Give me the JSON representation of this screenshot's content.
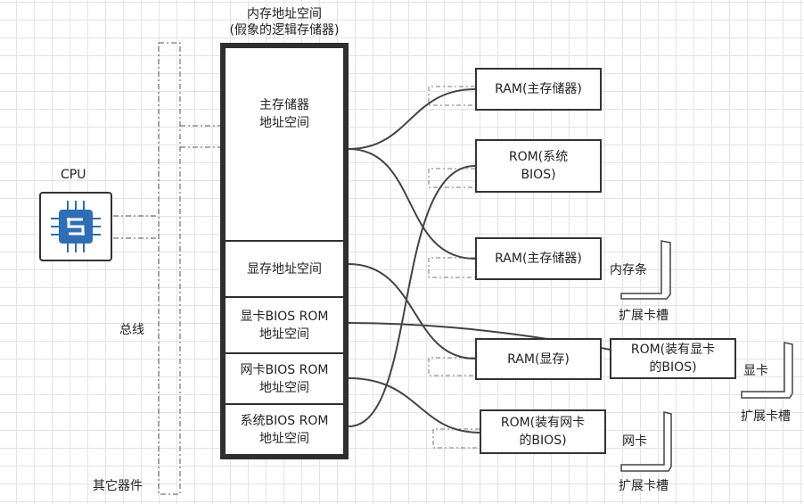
{
  "memory_map": {
    "title": "内存地址空间",
    "subtitle": "(假象的逻辑存储器)",
    "segments": [
      {
        "label": "主存储器\n地址空间"
      },
      {
        "label": "显存地址空间"
      },
      {
        "label": "显卡BIOS ROM\n地址空间"
      },
      {
        "label": "网卡BIOS ROM\n地址空间"
      },
      {
        "label": "系统BIOS ROM\n地址空间"
      }
    ]
  },
  "cpu": {
    "label": "CPU",
    "icon": "chip-icon",
    "accent": "#2f6db5"
  },
  "bus": {
    "label": "总线",
    "other_devices": "其它器件"
  },
  "devices": {
    "ram_main_1": "RAM(主存储器)",
    "rom_system_bios": "ROM(系统\nBIOS)",
    "ram_main_2": "RAM(主存储器)",
    "ram_vram": "RAM(显存)",
    "rom_vga_bios": "ROM(装有显卡\n的BIOS)",
    "rom_nic_bios": "ROM(装有网卡\n的BIOS)"
  },
  "slots": {
    "memory_stick": "内存条",
    "memory_slot": "扩展卡槽",
    "gpu": "显卡",
    "gpu_slot": "扩展卡槽",
    "nic": "网卡",
    "nic_slot": "扩展卡槽"
  }
}
